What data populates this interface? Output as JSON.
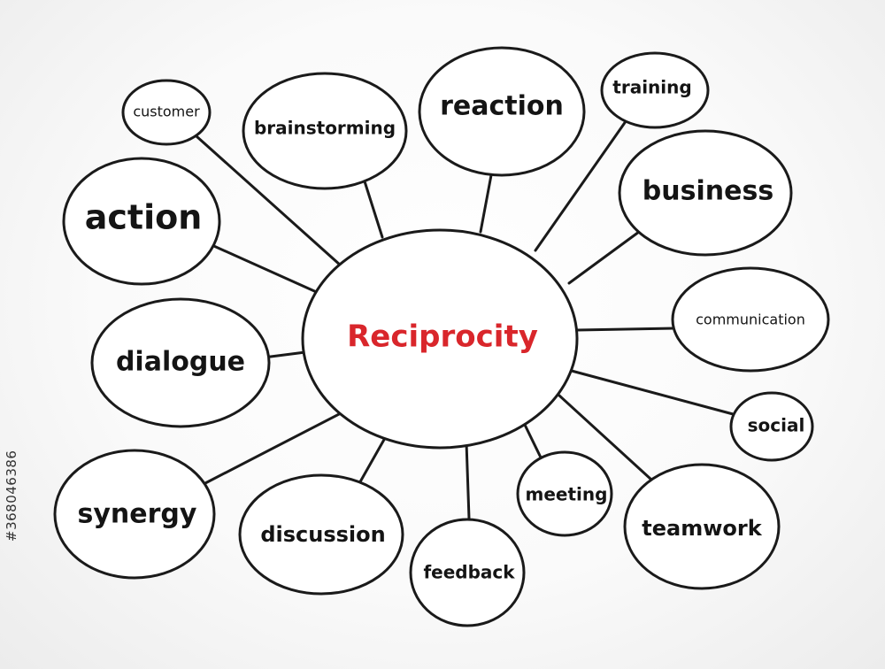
{
  "center": {
    "label": "Reciprocity",
    "color": "#d9262b"
  },
  "nodes": {
    "customer": "customer",
    "brainstorming": "brainstorming",
    "reaction": "reaction",
    "training": "training",
    "business": "business",
    "action": "action",
    "communication": "communication",
    "dialogue": "dialogue",
    "social": "social",
    "synergy": "synergy",
    "discussion": "discussion",
    "meeting": "meeting",
    "feedback": "feedback",
    "teamwork": "teamwork"
  },
  "watermark_id": "#368046386",
  "colors": {
    "ink": "#1a1a1a",
    "accent": "#d9262b"
  }
}
